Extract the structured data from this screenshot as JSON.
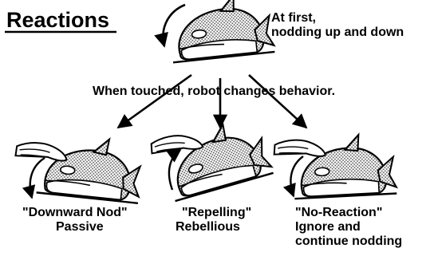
{
  "title": "Reactions",
  "initial": {
    "line1": "At first,",
    "line2": "nodding up and down"
  },
  "caption": "When touched, robot changes behavior.",
  "reactions": [
    {
      "name": "\"Downward Nod\"",
      "trait": "Passive"
    },
    {
      "name": "\"Repelling\"",
      "trait": "Rebellious"
    },
    {
      "name": "\"No-Reaction\"",
      "trait_line1": "Ignore and",
      "trait_line2": "continue nodding"
    }
  ],
  "icons": [
    "whale-robot-icon",
    "hand-icon",
    "arrow-icon"
  ],
  "colors": {
    "ink": "#000000",
    "paper": "#ffffff",
    "dots": "#444444"
  }
}
